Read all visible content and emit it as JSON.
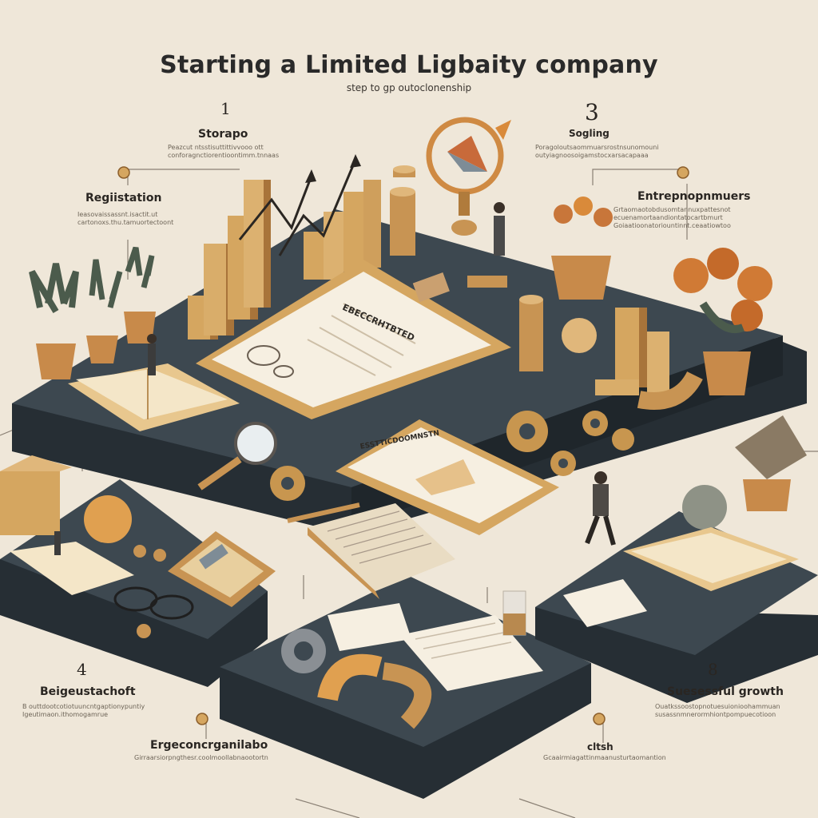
{
  "header": {
    "title": "Starting a Limited Ligbaity company",
    "subtitle": "step to gp outoclonenship"
  },
  "steps": [
    {
      "number": "1",
      "label": "Storapo",
      "desc": [
        "Peazcut ntsstisuttittivvooo ott",
        "conforagnctiorentioontimm.tnnaas"
      ]
    },
    {
      "number": "",
      "label": "Regiistation",
      "desc": [
        "Ieasovaissassnt.isactit.ut",
        "cartonoxs.thu.tamuortectoont"
      ]
    },
    {
      "number": "3",
      "label": "Sogling",
      "desc": [
        "Poragoloutsaommuarsrostnsunomouni",
        "outyiagnoosoigamstocxarsacapaaa"
      ]
    },
    {
      "number": "",
      "label": "Entrepnopnmuers",
      "desc": [
        "Grtaomaotobdusomtannuxpattesnot",
        "ecuenamortaandiontatocartbmurt",
        "Goiaatioonatoriountinnt.ceaatiowtoo"
      ]
    },
    {
      "number": "4",
      "label": "Beigeustachoft",
      "desc": [
        "B outtdootcotiotuuncntgaptionypuntiy",
        "Igeutimaon.ithomogamrue"
      ]
    },
    {
      "number": "",
      "label": "Ergeconcrganilabo",
      "desc": [
        "Girraarsiorpngthesr.coolmoollabnaootortn"
      ]
    },
    {
      "number": "8",
      "label": "Suesessful growth",
      "desc": [
        "Ouatkssoostopnotuesuionioohammuan",
        "susassnmnerormhiontpompuecotioon"
      ]
    },
    {
      "number": "",
      "label": "cltsh",
      "desc": [
        "Gcaairmiagattinmaanusturtaomantion"
      ]
    }
  ],
  "documents": [
    {
      "label": "EBECCRHTBTED"
    },
    {
      "label": "ESSTTICDOOMNSTN"
    }
  ],
  "colors": {
    "background": "#efe7d9",
    "platform_top": "#3d4850",
    "platform_side": "#262e34",
    "wood_light": "#d5a660",
    "wood_dark": "#a8743a",
    "paper": "#f6efe1",
    "accent_orange": "#d98a3a"
  }
}
